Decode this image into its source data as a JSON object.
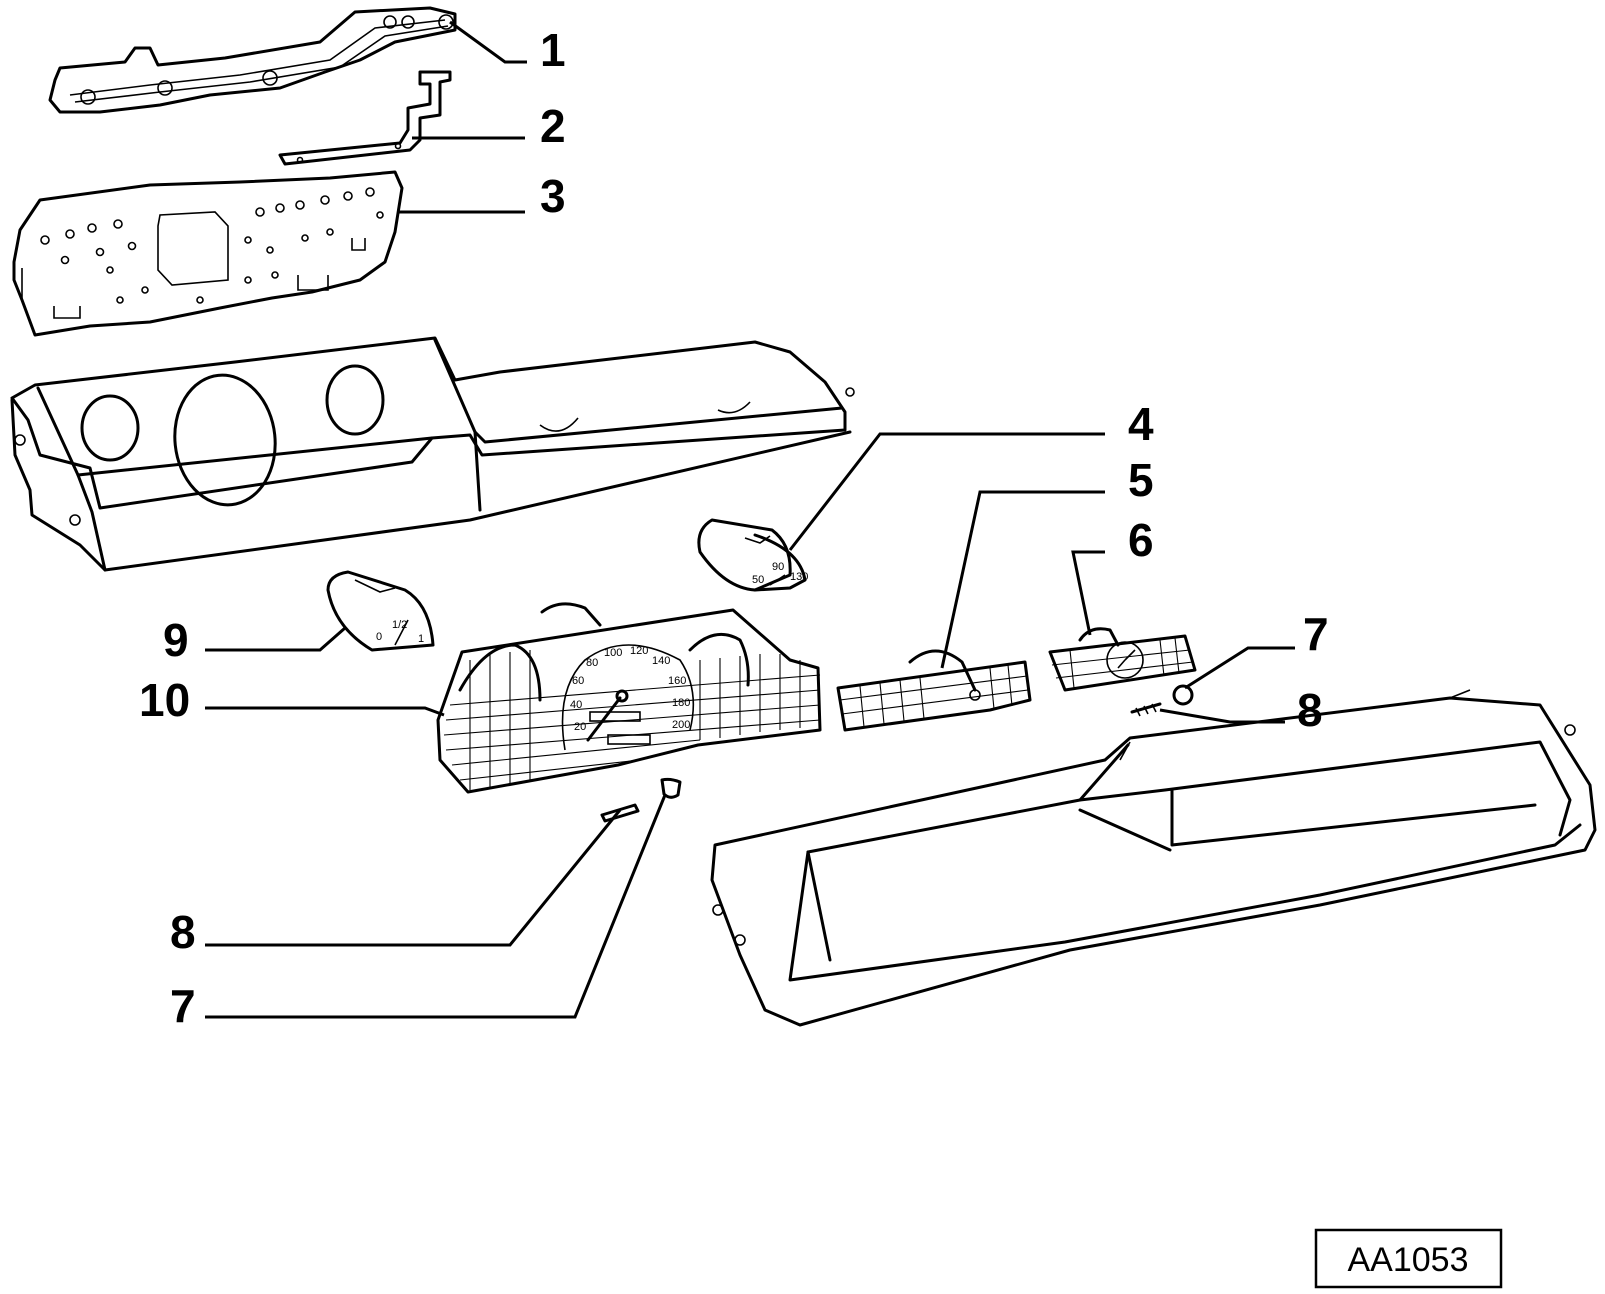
{
  "diagram": {
    "reference_code": "AA1053",
    "callouts": [
      {
        "id": "c1",
        "label": "1"
      },
      {
        "id": "c2",
        "label": "2"
      },
      {
        "id": "c3",
        "label": "3"
      },
      {
        "id": "c4",
        "label": "4"
      },
      {
        "id": "c5",
        "label": "5"
      },
      {
        "id": "c6",
        "label": "6"
      },
      {
        "id": "c7a",
        "label": "7"
      },
      {
        "id": "c8a",
        "label": "8"
      },
      {
        "id": "c9",
        "label": "9"
      },
      {
        "id": "c10",
        "label": "10"
      },
      {
        "id": "c8b",
        "label": "8"
      },
      {
        "id": "c7b",
        "label": "7"
      }
    ],
    "speedometer_scale": [
      "20",
      "40",
      "60",
      "80",
      "100",
      "120",
      "140",
      "160",
      "180",
      "200"
    ],
    "temp_gauge_scale": [
      "50",
      "90",
      "130"
    ],
    "fuel_gauge_scale": [
      "0",
      "1/2",
      "1"
    ]
  }
}
